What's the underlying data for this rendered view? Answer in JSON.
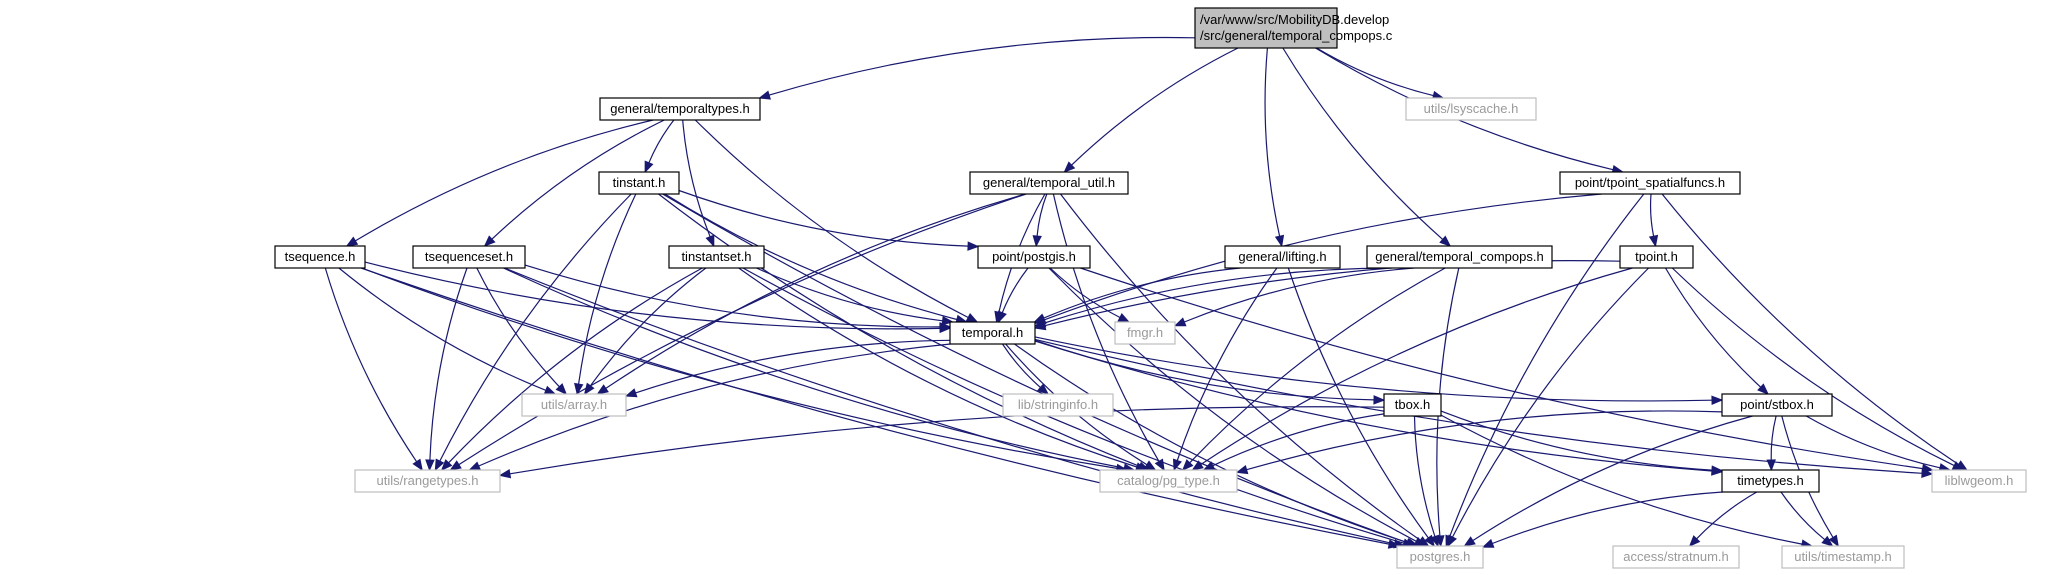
{
  "colors": {
    "edge": "#191970",
    "external_text": "#9a9a9a",
    "root_fill": "#bfbfbf"
  },
  "nodes": {
    "root": {
      "lines": [
        "/var/www/src/MobilityDB.develop",
        "/src/general/temporal_compops.c"
      ],
      "kind": "root"
    },
    "temporaltypes": {
      "lines": [
        "general/temporaltypes.h"
      ],
      "kind": "internal"
    },
    "temporal_util": {
      "lines": [
        "general/temporal_util.h"
      ],
      "kind": "internal"
    },
    "lifting": {
      "lines": [
        "general/lifting.h"
      ],
      "kind": "internal"
    },
    "compops_h": {
      "lines": [
        "general/temporal_compops.h"
      ],
      "kind": "internal"
    },
    "lsyscache": {
      "lines": [
        "utils/lsyscache.h"
      ],
      "kind": "external"
    },
    "tpoint_sf": {
      "lines": [
        "point/tpoint_spatialfuncs.h"
      ],
      "kind": "internal"
    },
    "tinstant": {
      "lines": [
        "tinstant.h"
      ],
      "kind": "internal"
    },
    "tsequence": {
      "lines": [
        "tsequence.h"
      ],
      "kind": "internal"
    },
    "tsequenceset": {
      "lines": [
        "tsequenceset.h"
      ],
      "kind": "internal"
    },
    "tinstantset": {
      "lines": [
        "tinstantset.h"
      ],
      "kind": "internal"
    },
    "postgis": {
      "lines": [
        "point/postgis.h"
      ],
      "kind": "internal"
    },
    "tpoint": {
      "lines": [
        "tpoint.h"
      ],
      "kind": "internal"
    },
    "temporal": {
      "lines": [
        "temporal.h"
      ],
      "kind": "internal"
    },
    "fmgr": {
      "lines": [
        "fmgr.h"
      ],
      "kind": "external"
    },
    "stringinfo": {
      "lines": [
        "lib/stringinfo.h"
      ],
      "kind": "external"
    },
    "array": {
      "lines": [
        "utils/array.h"
      ],
      "kind": "external"
    },
    "tbox": {
      "lines": [
        "tbox.h"
      ],
      "kind": "internal"
    },
    "stbox": {
      "lines": [
        "point/stbox.h"
      ],
      "kind": "internal"
    },
    "rangetypes": {
      "lines": [
        "utils/rangetypes.h"
      ],
      "kind": "external"
    },
    "pg_type": {
      "lines": [
        "catalog/pg_type.h"
      ],
      "kind": "external"
    },
    "timetypes": {
      "lines": [
        "timetypes.h"
      ],
      "kind": "internal"
    },
    "liblwgeom": {
      "lines": [
        "liblwgeom.h"
      ],
      "kind": "external"
    },
    "postgres": {
      "lines": [
        "postgres.h"
      ],
      "kind": "external"
    },
    "stratnum": {
      "lines": [
        "access/stratnum.h"
      ],
      "kind": "external"
    },
    "timestamp": {
      "lines": [
        "utils/timestamp.h"
      ],
      "kind": "external"
    }
  },
  "edges": [
    [
      "root",
      "temporaltypes"
    ],
    [
      "root",
      "temporal_util"
    ],
    [
      "root",
      "lifting"
    ],
    [
      "root",
      "compops_h"
    ],
    [
      "root",
      "lsyscache"
    ],
    [
      "root",
      "tpoint_sf"
    ],
    [
      "temporaltypes",
      "tinstant"
    ],
    [
      "temporaltypes",
      "tsequence"
    ],
    [
      "temporaltypes",
      "tsequenceset"
    ],
    [
      "temporaltypes",
      "tinstantset"
    ],
    [
      "temporaltypes",
      "temporal"
    ],
    [
      "tinstant",
      "postgis"
    ],
    [
      "tinstant",
      "temporal"
    ],
    [
      "tinstant",
      "array"
    ],
    [
      "tinstant",
      "rangetypes"
    ],
    [
      "tinstant",
      "pg_type"
    ],
    [
      "tinstant",
      "postgres"
    ],
    [
      "temporal_util",
      "postgis"
    ],
    [
      "temporal_util",
      "temporal"
    ],
    [
      "temporal_util",
      "array"
    ],
    [
      "temporal_util",
      "rangetypes"
    ],
    [
      "temporal_util",
      "pg_type"
    ],
    [
      "temporal_util",
      "postgres"
    ],
    [
      "tsequence",
      "temporal"
    ],
    [
      "tsequence",
      "array"
    ],
    [
      "tsequence",
      "rangetypes"
    ],
    [
      "tsequence",
      "pg_type"
    ],
    [
      "tsequence",
      "postgres"
    ],
    [
      "tsequenceset",
      "temporal"
    ],
    [
      "tsequenceset",
      "array"
    ],
    [
      "tsequenceset",
      "rangetypes"
    ],
    [
      "tsequenceset",
      "pg_type"
    ],
    [
      "tsequenceset",
      "postgres"
    ],
    [
      "tinstantset",
      "temporal"
    ],
    [
      "tinstantset",
      "array"
    ],
    [
      "tinstantset",
      "rangetypes"
    ],
    [
      "tinstantset",
      "pg_type"
    ],
    [
      "tinstantset",
      "postgres"
    ],
    [
      "postgis",
      "temporal"
    ],
    [
      "postgis",
      "fmgr"
    ],
    [
      "postgis",
      "liblwgeom"
    ],
    [
      "postgis",
      "postgres"
    ],
    [
      "lifting",
      "temporal"
    ],
    [
      "lifting",
      "pg_type"
    ],
    [
      "lifting",
      "postgres"
    ],
    [
      "compops_h",
      "temporal"
    ],
    [
      "compops_h",
      "fmgr"
    ],
    [
      "compops_h",
      "pg_type"
    ],
    [
      "compops_h",
      "postgres"
    ],
    [
      "tpoint_sf",
      "tpoint"
    ],
    [
      "tpoint_sf",
      "temporal"
    ],
    [
      "tpoint_sf",
      "liblwgeom"
    ],
    [
      "tpoint_sf",
      "postgres"
    ],
    [
      "tpoint",
      "temporal"
    ],
    [
      "tpoint",
      "stbox"
    ],
    [
      "tpoint",
      "liblwgeom"
    ],
    [
      "tpoint",
      "pg_type"
    ],
    [
      "tpoint",
      "postgres"
    ],
    [
      "temporal",
      "stringinfo"
    ],
    [
      "temporal",
      "array"
    ],
    [
      "temporal",
      "rangetypes"
    ],
    [
      "temporal",
      "pg_type"
    ],
    [
      "temporal",
      "postgres"
    ],
    [
      "temporal",
      "tbox"
    ],
    [
      "temporal",
      "stbox"
    ],
    [
      "temporal",
      "timetypes"
    ],
    [
      "temporal",
      "liblwgeom"
    ],
    [
      "tbox",
      "rangetypes"
    ],
    [
      "tbox",
      "pg_type"
    ],
    [
      "tbox",
      "timetypes"
    ],
    [
      "tbox",
      "postgres"
    ],
    [
      "tbox",
      "timestamp"
    ],
    [
      "stbox",
      "pg_type"
    ],
    [
      "stbox",
      "timetypes"
    ],
    [
      "stbox",
      "liblwgeom"
    ],
    [
      "stbox",
      "postgres"
    ],
    [
      "stbox",
      "timestamp"
    ],
    [
      "timetypes",
      "postgres"
    ],
    [
      "timetypes",
      "stratnum"
    ],
    [
      "timetypes",
      "timestamp"
    ]
  ]
}
